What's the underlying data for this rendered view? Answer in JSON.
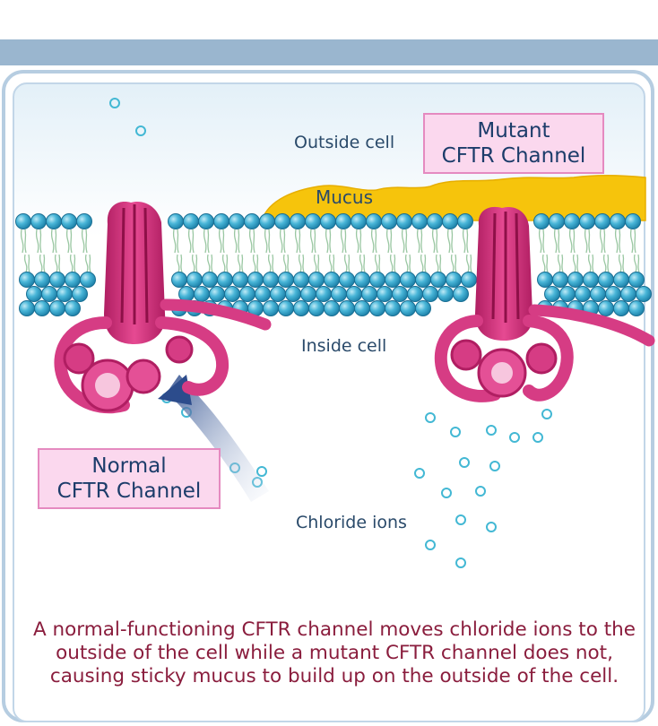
{
  "labels": {
    "outside_cell": "Outside cell",
    "mucus": "Mucus",
    "inside_cell": "Inside cell",
    "chloride_ions": "Chloride ions"
  },
  "boxes": {
    "mutant": {
      "line1": "Mutant",
      "line2": "CFTR Channel"
    },
    "normal": {
      "line1": "Normal",
      "line2": "CFTR Channel"
    }
  },
  "caption": "A normal-functioning CFTR channel moves chloride ions to the outside of the cell while a mutant CFTR channel does not, causing sticky mucus to build up on the outside of the cell.",
  "colors": {
    "protein": "#d63c84",
    "lipid_head": "#3fb0d2",
    "mucus": "#f6c40c",
    "label_box_fill": "#fbd8ee",
    "caption": "#8a1d3d"
  }
}
